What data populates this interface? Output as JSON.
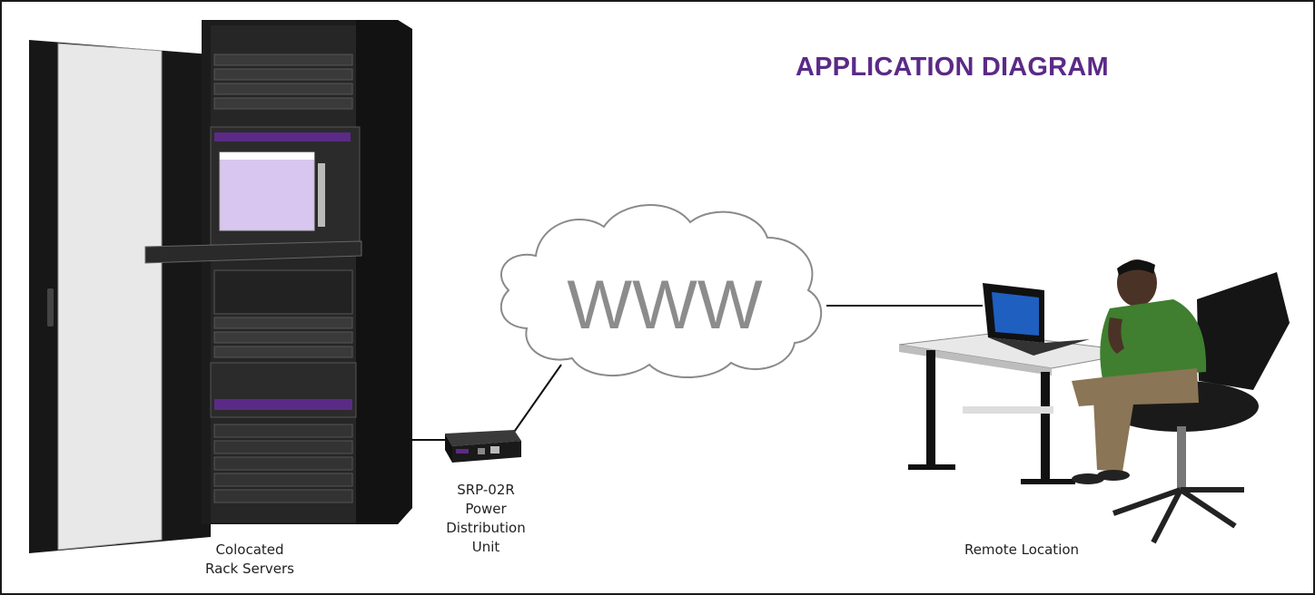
{
  "title": "APPLICATION DIAGRAM",
  "cloud_text": "WWW",
  "labels": {
    "rack": [
      "Colocated",
      "Rack Servers"
    ],
    "pdu": [
      "SRP-02R",
      "Power",
      "Distribution",
      "Unit"
    ],
    "remote": "Remote Location"
  },
  "colors": {
    "title": "#5b2a86",
    "cloud_text": "#8c8c8c",
    "frame": "#1a1a1a",
    "rack": "#1e1e1e",
    "monitor_screen": "#d9c6f0",
    "laptop_screen": "#1f5fbf",
    "shirt": "#3f7f2f",
    "pants": "#8a7556"
  }
}
